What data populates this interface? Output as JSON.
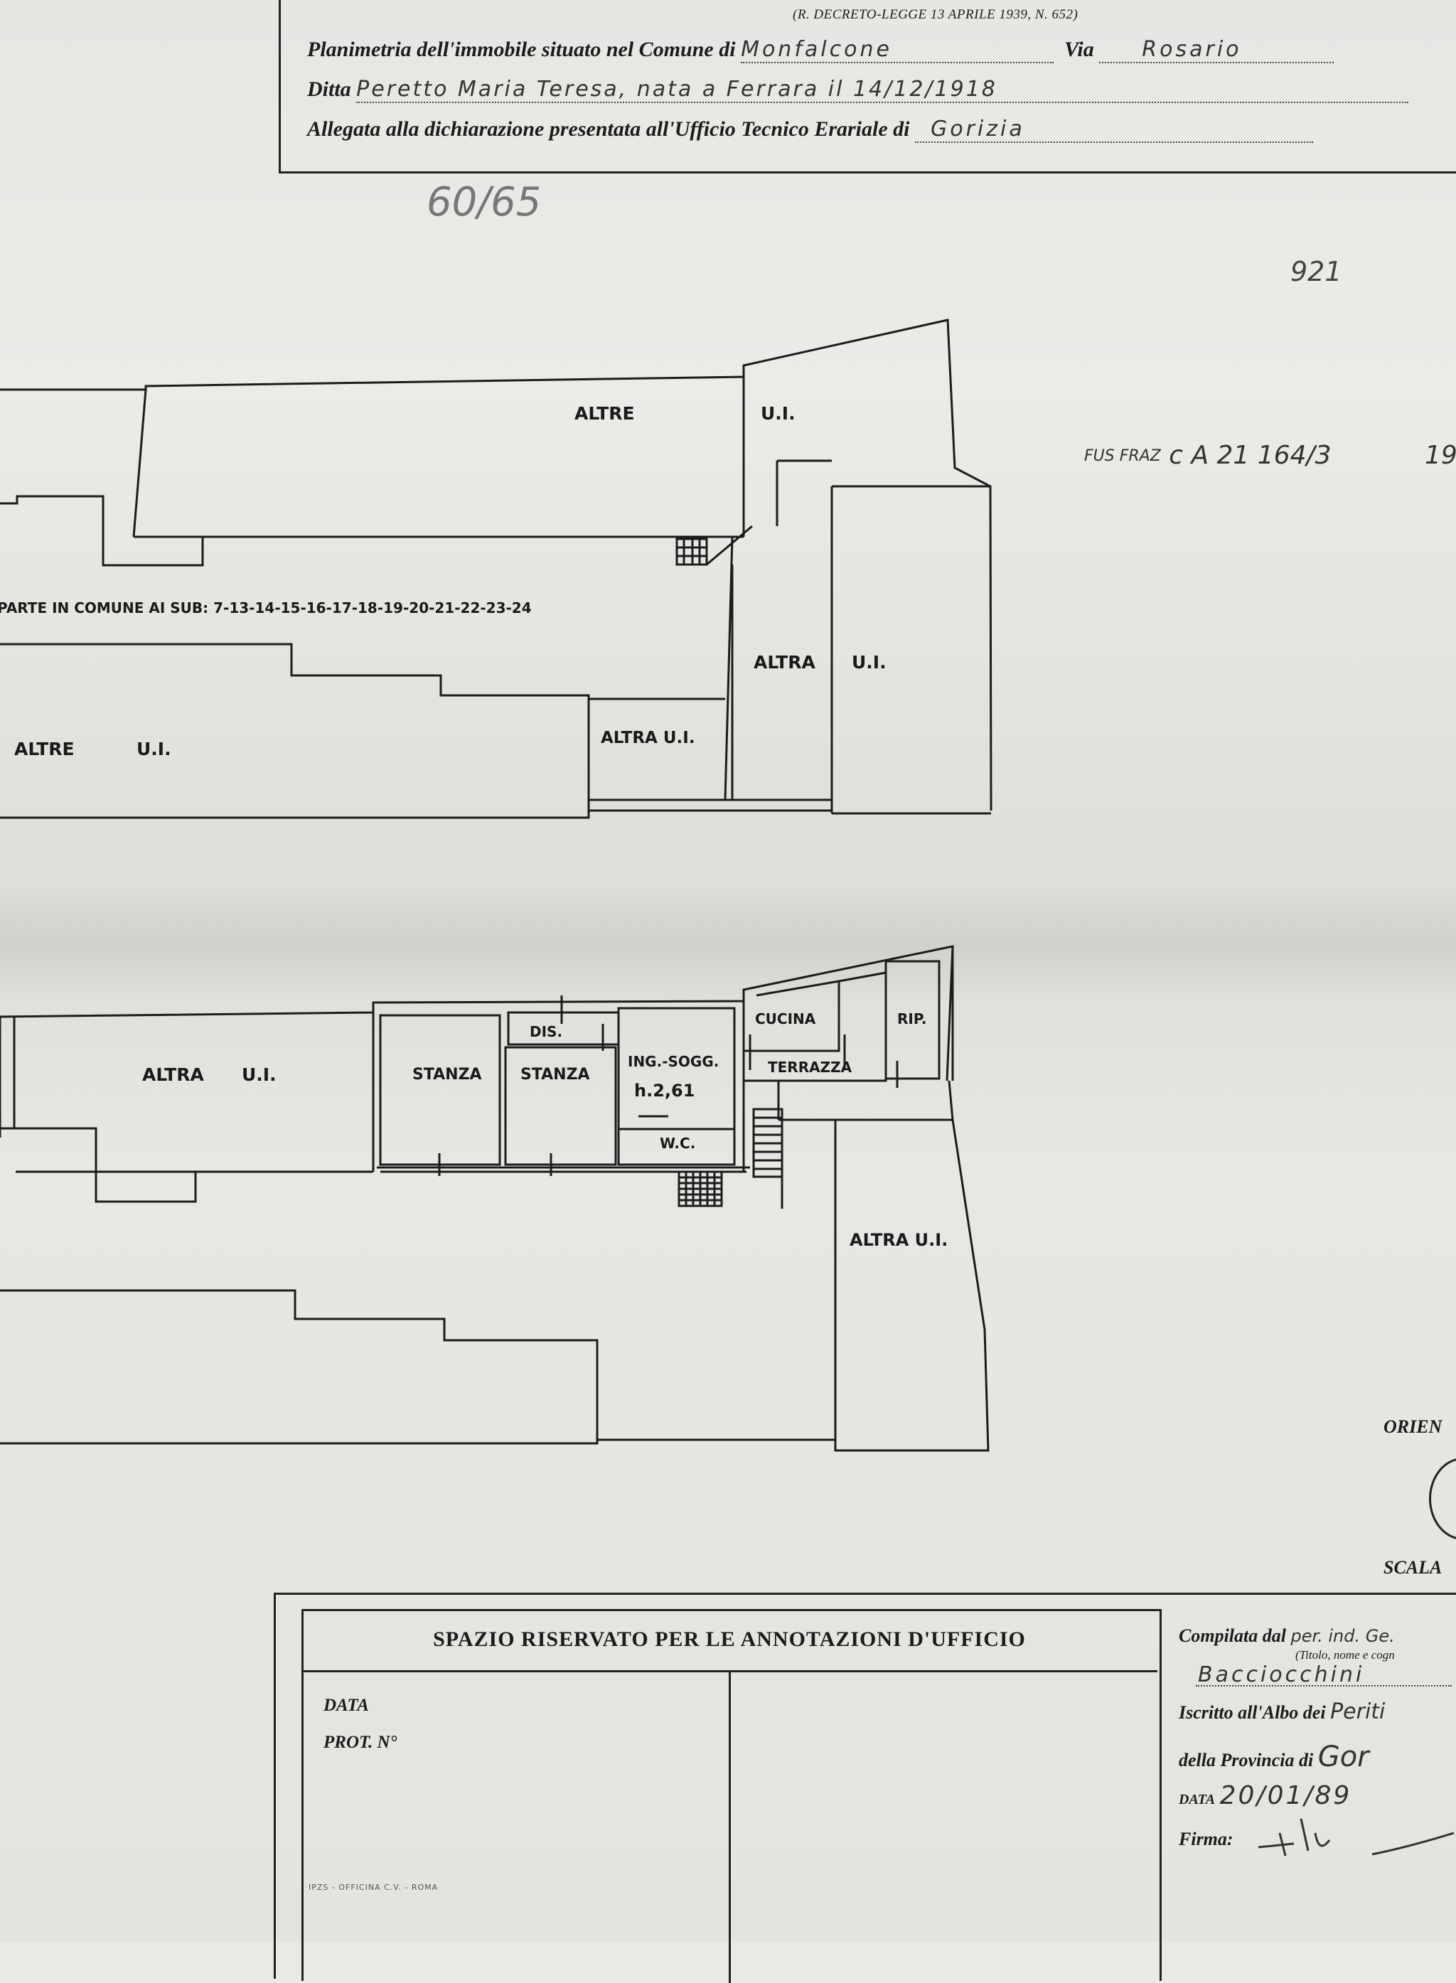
{
  "header": {
    "decree": "(R. DECRETO-LEGGE 13 APRILE 1939, N. 652)",
    "row1_label": "Planimetria dell'immobile situato nel Comune di",
    "row1_value": "Monfalcone",
    "row1_via_label": "Via",
    "row1_via_value": "Rosario",
    "row2_label": "Ditta",
    "row2_value": "Peretto Maria Teresa, nata a Ferrara il 14/12/1918",
    "row3_label": "Allegata alla dichiarazione presentata all'Ufficio Tecnico Erariale di",
    "row3_value": "Gorizia"
  },
  "annotations": {
    "sheet_number": "60/65",
    "parcel": "921",
    "cadastral_prefix": "FUS FRAZ",
    "cadastral_code": "c A  21 164/3",
    "cadastral_number": "19"
  },
  "plan_upper": {
    "label_altre_top": "ALTRE",
    "label_ui_top": "U.I.",
    "label_common": "PARTE IN COMUNE AI SUB: 7-13-14-15-16-17-18-19-20-21-22-23-24",
    "label_altra_mid": "ALTRA",
    "label_ui_mid": "U.I.",
    "label_altre_left": "ALTRE",
    "label_ui_left": "U.I.",
    "label_altra_ui_small": "ALTRA U.I."
  },
  "plan_lower": {
    "label_altra_left": "ALTRA",
    "label_ui_left": "U.I.",
    "label_stanza_1": "STANZA",
    "label_stanza_2": "STANZA",
    "label_dis": "DIS.",
    "label_ing": "ING.-SOGG.",
    "label_height": "h.2,61",
    "label_wc": "W.C.",
    "label_cucina": "CUCINA",
    "label_terrazza": "TERRAZZA",
    "label_rip": "RIP.",
    "label_altra_ui_right": "ALTRA U.I."
  },
  "side": {
    "orient": "ORIEN",
    "scala": "SCALA"
  },
  "office": {
    "title": "SPAZIO RISERVATO PER LE ANNOTAZIONI D'UFFICIO",
    "data_label": "DATA",
    "prot_label": "PROT. N°"
  },
  "compiler": {
    "compilata_label": "Compilata dal",
    "compilata_value": "per. ind. Ge.",
    "title_hint": "(Titolo, nome e cogn",
    "name_value": "Bacciocchini",
    "iscritto_label": "Iscritto all'Albo dei",
    "iscritto_value": "Periti",
    "provincia_label": "della Provincia di",
    "provincia_value": "Gor",
    "data_label": "DATA",
    "data_value": "20/01/89",
    "firma_label": "Firma:"
  },
  "footer": "IPZS - OFFICINA C.V. - ROMA"
}
